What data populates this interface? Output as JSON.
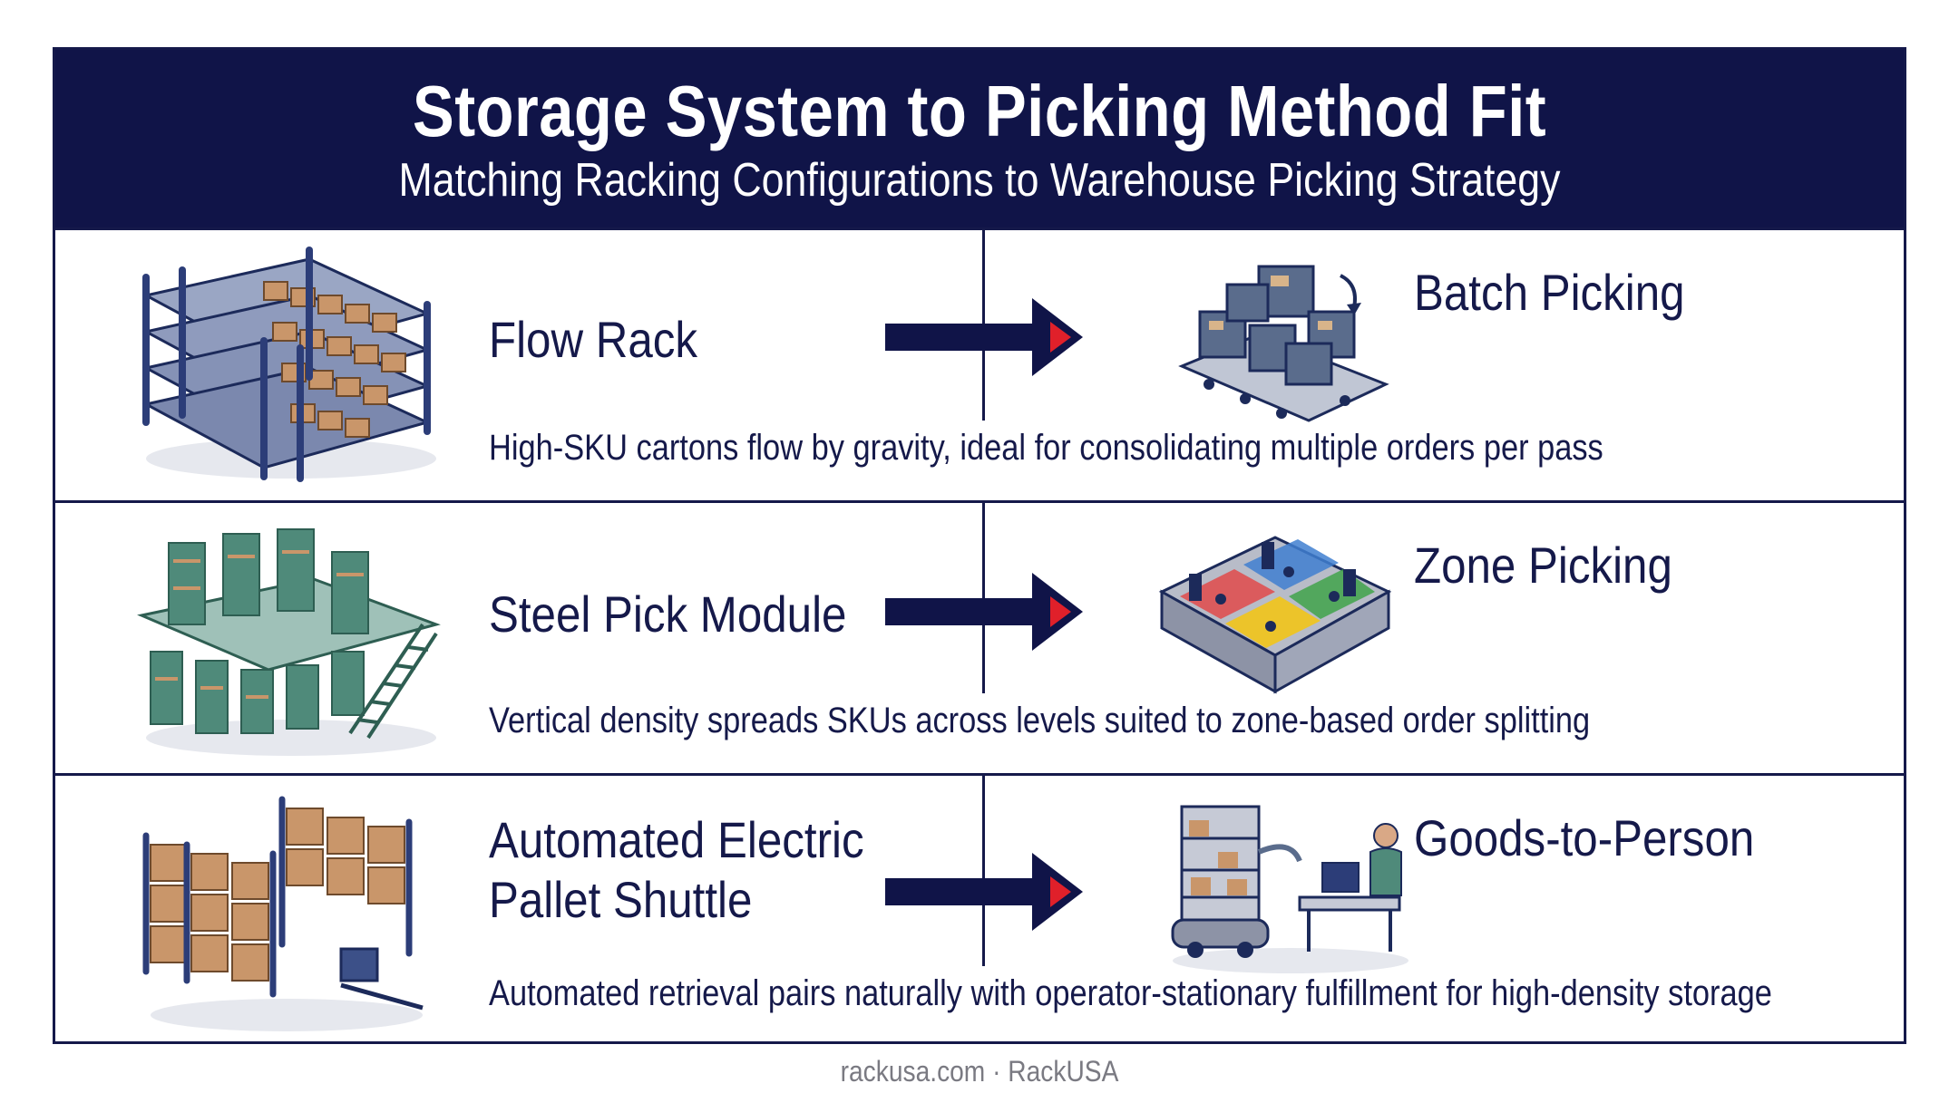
{
  "header": {
    "title": "Storage System to Picking Method Fit",
    "subtitle": "Matching Racking Configurations to Warehouse Picking Strategy"
  },
  "rows": [
    {
      "storage": "Flow Rack",
      "storage_icon": "flow-rack-icon",
      "method": "Batch Picking",
      "method_icon": "batch-picking-icon",
      "description": "High-SKU cartons flow by gravity, ideal for consolidating multiple orders per pass"
    },
    {
      "storage": "Steel Pick Module",
      "storage_icon": "pick-module-icon",
      "method": "Zone Picking",
      "method_icon": "zone-picking-icon",
      "description": "Vertical density spreads SKUs across levels suited to zone-based order splitting"
    },
    {
      "storage_line1": "Automated Electric",
      "storage_line2": "Pallet Shuttle",
      "storage_icon": "pallet-shuttle-icon",
      "method": "Goods-to-Person",
      "method_icon": "goods-to-person-icon",
      "description": "Automated retrieval pairs naturally with operator-stationary fulfillment for high-density storage"
    }
  ],
  "footer": "rackusa.com · RackUSA",
  "colors": {
    "navy": "#101448",
    "arrow_tip": "#e0202a",
    "rack_blue": "#3c5088",
    "carton": "#c9966a",
    "module_green": "#4f8a7a"
  }
}
